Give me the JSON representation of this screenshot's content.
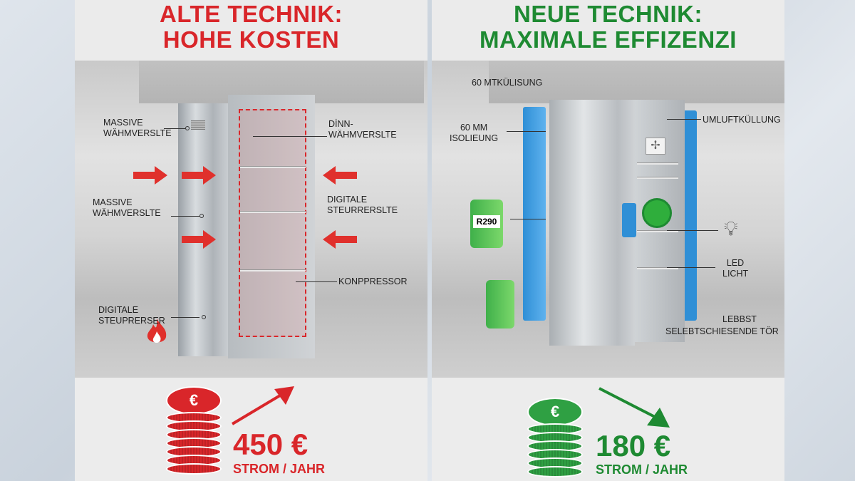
{
  "left": {
    "title_line1": "ALTE TECHNIK:",
    "title_line2": "HOHE KOSTEN",
    "color": "#d9262a",
    "labels": {
      "massive1": "MASSIVE\nWÄHMVERSLTE",
      "massive2": "MASSIVE\nWÄHMVERSLTE",
      "digitale_left": "DIGITALE\nSTEUPRERSER",
      "dinn": "DİNN-\nWÄHMVERSLTE",
      "digitale_right": "DIGITALE\nSTEURRERSLTE",
      "kompressor": "KONPPRESSOR"
    },
    "price": "450 €",
    "price_sub": "STROM / JAHR",
    "trend": "up",
    "currency_icon": "€"
  },
  "right": {
    "title_line1": "NEUE TECHNIK:",
    "title_line2": "MAXIMALE EFFIZENZI",
    "color": "#1e8a32",
    "insulation_color": "#2f8fd6",
    "labels": {
      "top": "60 MTKÜLISUNG",
      "isolierung": "60 MM\nISOLIEUNG",
      "r290": "R290",
      "umluft": "UMLUFTKÜLLUNG",
      "led": "LED\nLICHT",
      "lebbst": "LEBBST",
      "tuer": "SELEBTSCHIESENDE TÖR"
    },
    "price": "180 €",
    "price_sub": "STROM / JAHR",
    "trend": "down",
    "currency_icon": "€"
  }
}
